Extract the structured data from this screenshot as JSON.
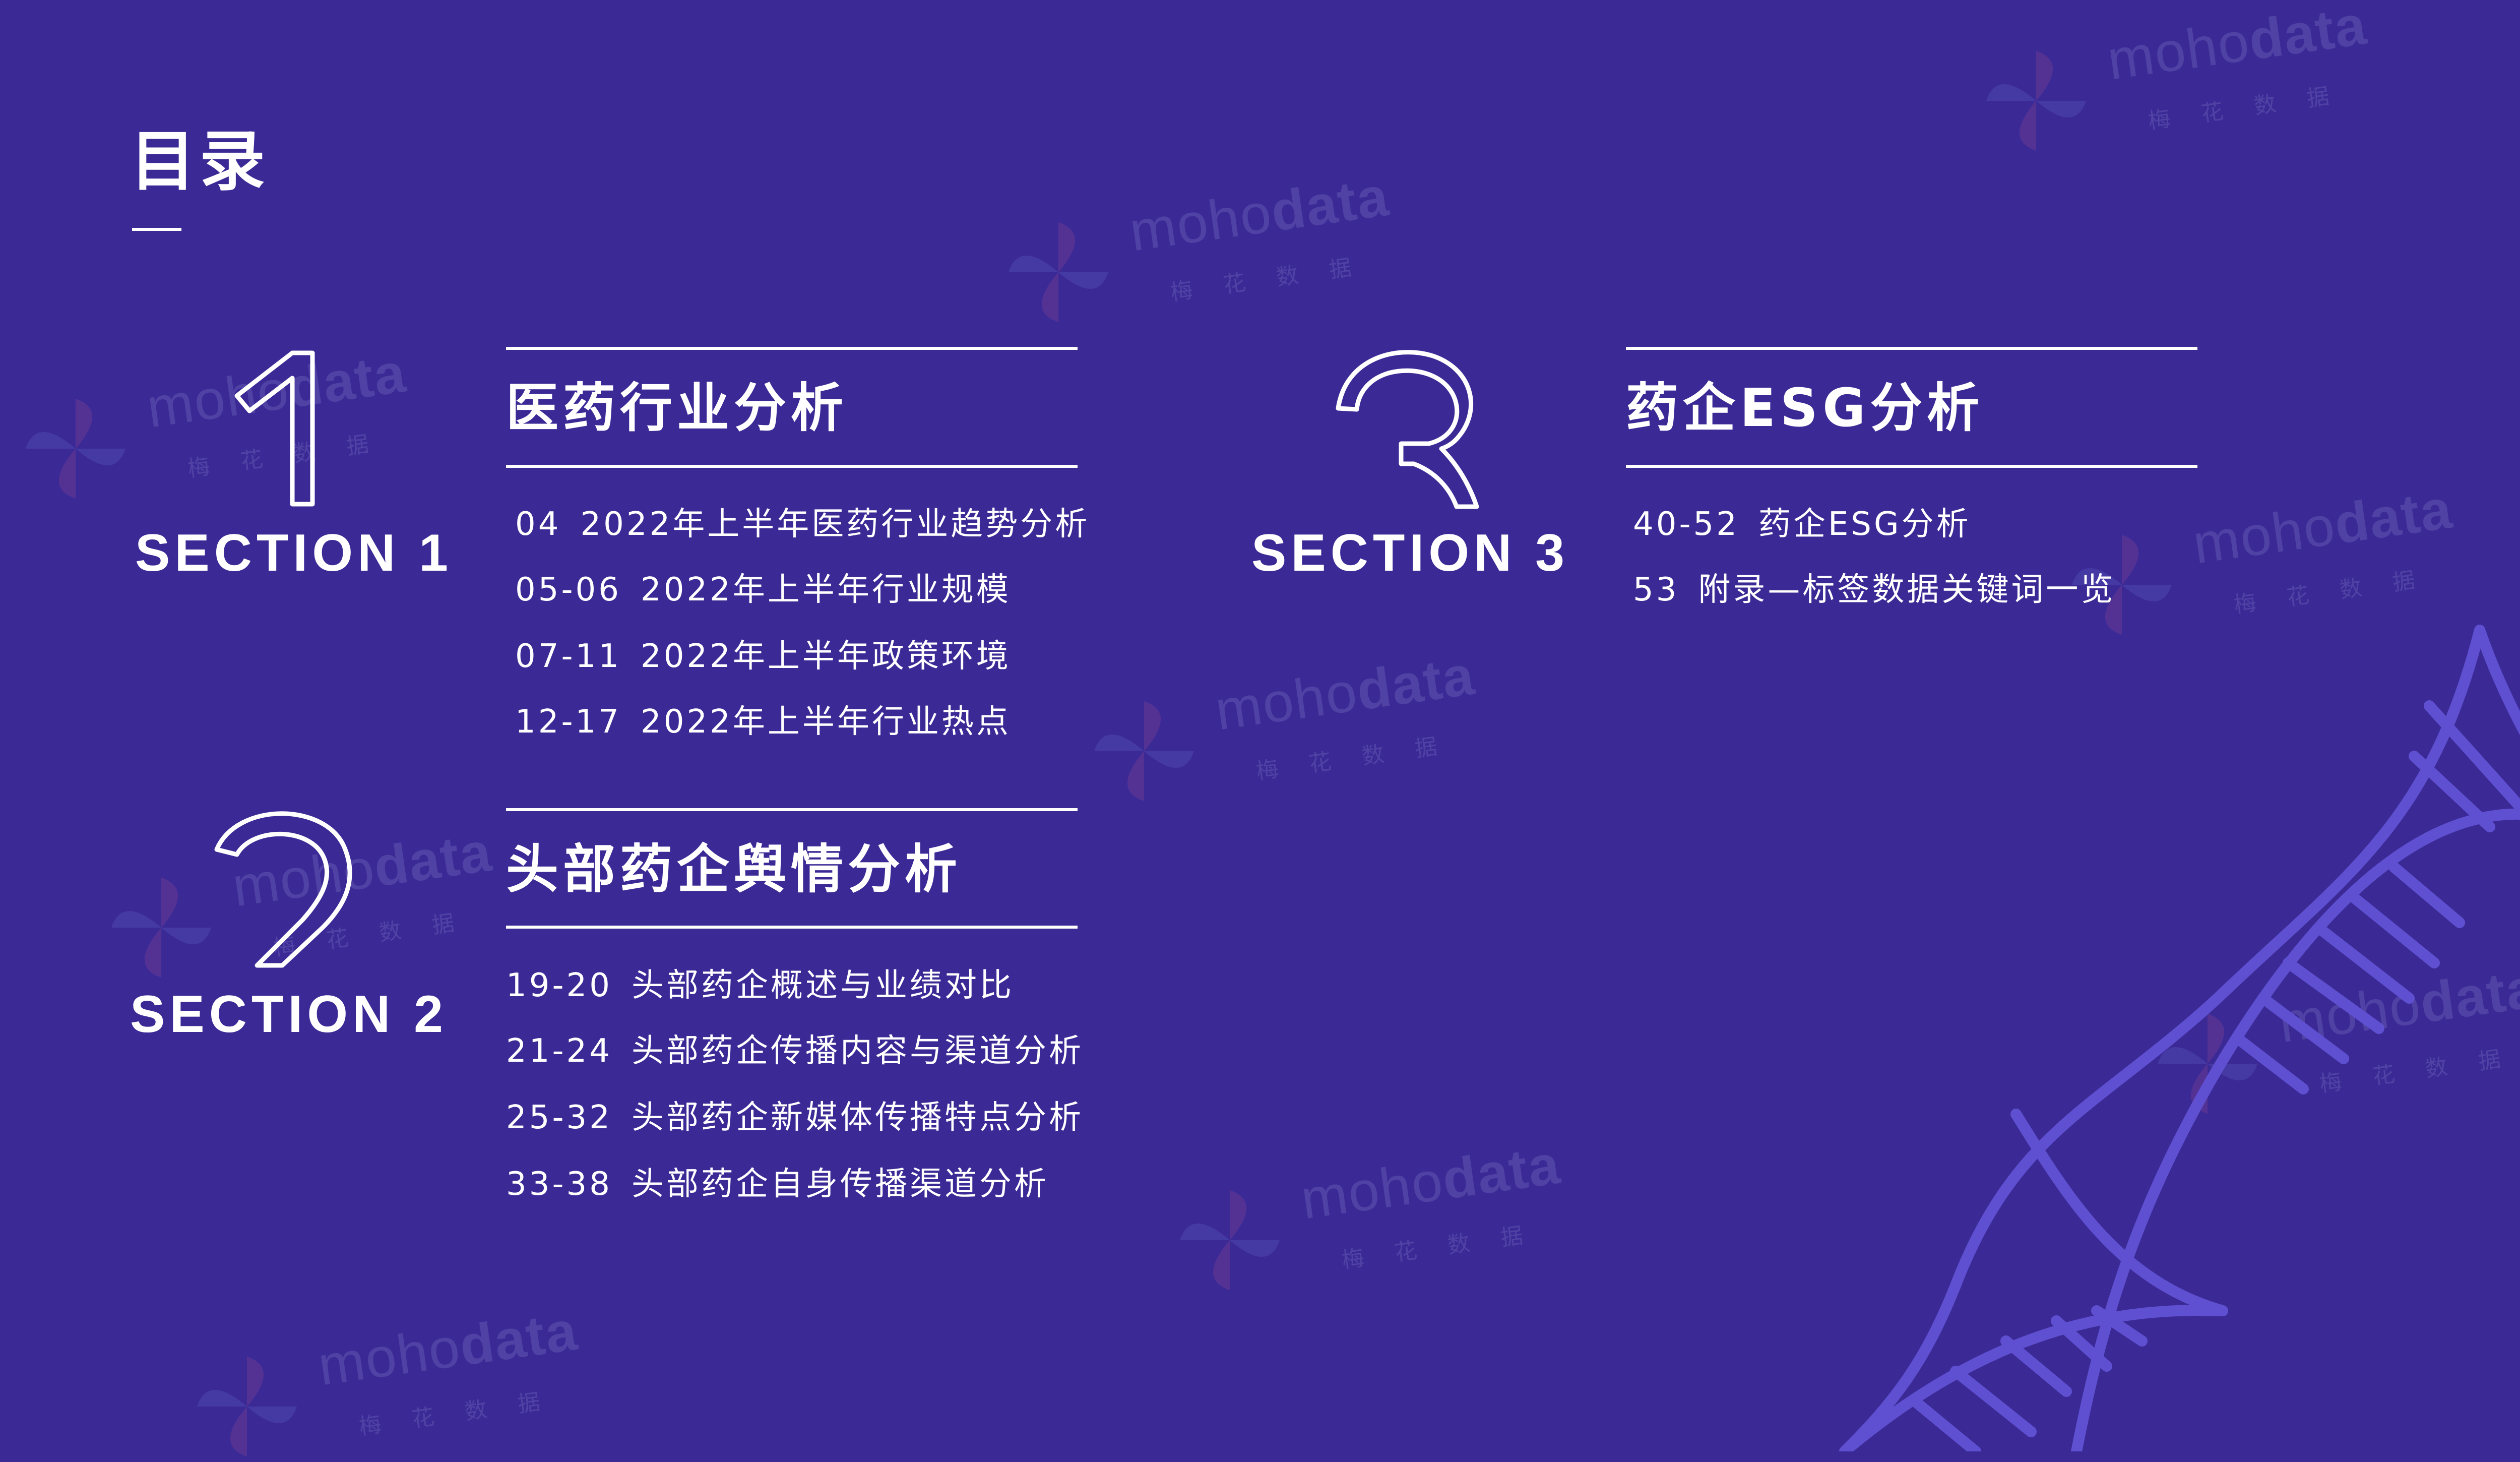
{
  "page": {
    "title": "目录"
  },
  "watermark": {
    "brand_light": "moho",
    "brand_bold": "data",
    "subtitle": "梅花数据"
  },
  "sections": [
    {
      "numeral": "1",
      "label": "SECTION 1",
      "title": "医药行业分析",
      "items": [
        {
          "pages": "04",
          "text": "2022年上半年医药行业趋势分析"
        },
        {
          "pages": "05-06",
          "text": "2022年上半年行业规模"
        },
        {
          "pages": "07-11",
          "text": "2022年上半年政策环境"
        },
        {
          "pages": "12-17",
          "text": "2022年上半年行业热点"
        }
      ]
    },
    {
      "numeral": "2",
      "label": "SECTION 2",
      "title": "头部药企舆情分析",
      "items": [
        {
          "pages": "19-20",
          "text": "头部药企概述与业绩对比"
        },
        {
          "pages": "21-24",
          "text": "头部药企传播内容与渠道分析"
        },
        {
          "pages": "25-32",
          "text": "头部药企新媒体传播特点分析"
        },
        {
          "pages": "33-38",
          "text": "头部药企自身传播渠道分析"
        }
      ]
    },
    {
      "numeral": "3",
      "label": "SECTION 3",
      "title": "药企ESG分析",
      "items": [
        {
          "pages": "40-52",
          "text": "药企ESG分析"
        },
        {
          "pages": "53",
          "text": "附录—标签数据关键词一览"
        }
      ]
    }
  ],
  "colors": {
    "background": "#3b2a96",
    "text": "#ffffff",
    "dna": "#5f50d1",
    "watermark": "#c7c3ee"
  },
  "icons": [
    "pinwheel-logo-icon",
    "dna-helix-icon"
  ]
}
